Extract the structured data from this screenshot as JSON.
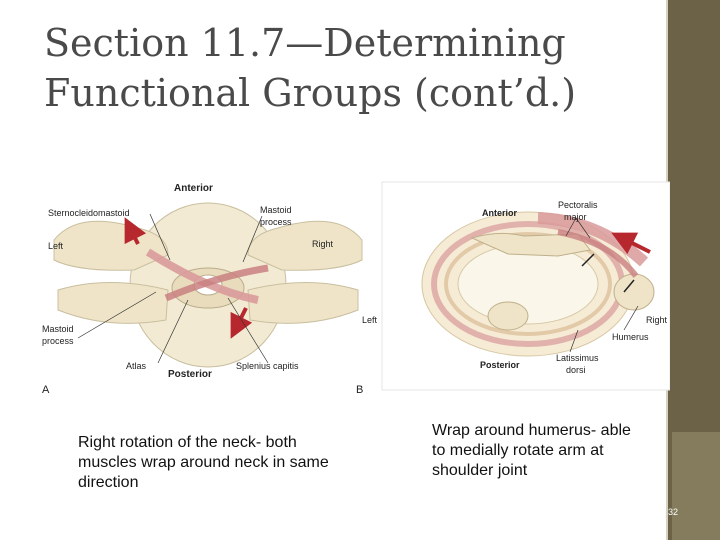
{
  "slide": {
    "title_line1": "Section 11.7—Determining",
    "title_line2": "Functional Groups (cont’d.)",
    "page_number": "32"
  },
  "figure_a": {
    "panel_label": "A",
    "labels": {
      "anterior": "Anterior",
      "posterior": "Posterior",
      "left": "Left",
      "right": "Right",
      "sternocleidomastoid": "Sternocleidomastoid",
      "mastoid_top_line1": "Mastoid",
      "mastoid_top_line2": "process",
      "mastoid_left_line1": "Mastoid",
      "mastoid_left_line2": "process",
      "atlas": "Atlas",
      "splenius_capitis": "Splenius capitis"
    },
    "caption": "Right rotation of the neck- both muscles wrap around neck in same direction"
  },
  "figure_b": {
    "panel_label": "B",
    "labels": {
      "anterior": "Anterior",
      "posterior": "Posterior",
      "left": "Left",
      "right": "Right",
      "pectoralis_line1": "Pectoralis",
      "pectoralis_line2": "major",
      "humerus": "Humerus",
      "latissimus_line1": "Latissimus",
      "latissimus_line2": "dorsi"
    },
    "caption": "Wrap around humerus- able to medially rotate arm at shoulder joint"
  },
  "colors": {
    "sidebar": "#6b6248",
    "sidebar_block": "#847c5c",
    "bone": "#f1e8d2",
    "muscle": "#d99a9a",
    "arrow": "#b7282e",
    "title": "#4a4a4a"
  }
}
